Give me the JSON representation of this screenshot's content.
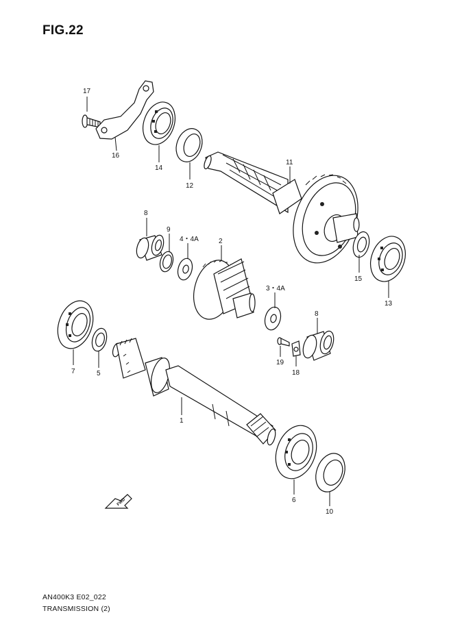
{
  "figure": {
    "title": "FIG.22"
  },
  "footer": {
    "code": "AN400K3 E02_022",
    "name": "TRANSMISSION (2)"
  },
  "direction_badge": "FWD",
  "callouts": [
    {
      "id": "17",
      "label": "17"
    },
    {
      "id": "16",
      "label": "16"
    },
    {
      "id": "14",
      "label": "14"
    },
    {
      "id": "12",
      "label": "12"
    },
    {
      "id": "11",
      "label": "11"
    },
    {
      "id": "8a",
      "label": "8"
    },
    {
      "id": "9",
      "label": "9"
    },
    {
      "id": "4",
      "label": "4・4A"
    },
    {
      "id": "2",
      "label": "2"
    },
    {
      "id": "15",
      "label": "15"
    },
    {
      "id": "13",
      "label": "13"
    },
    {
      "id": "3",
      "label": "3・4A"
    },
    {
      "id": "8b",
      "label": "8"
    },
    {
      "id": "19",
      "label": "19"
    },
    {
      "id": "18",
      "label": "18"
    },
    {
      "id": "7",
      "label": "7"
    },
    {
      "id": "5",
      "label": "5"
    },
    {
      "id": "1",
      "label": "1"
    },
    {
      "id": "6",
      "label": "6"
    },
    {
      "id": "10",
      "label": "10"
    }
  ]
}
